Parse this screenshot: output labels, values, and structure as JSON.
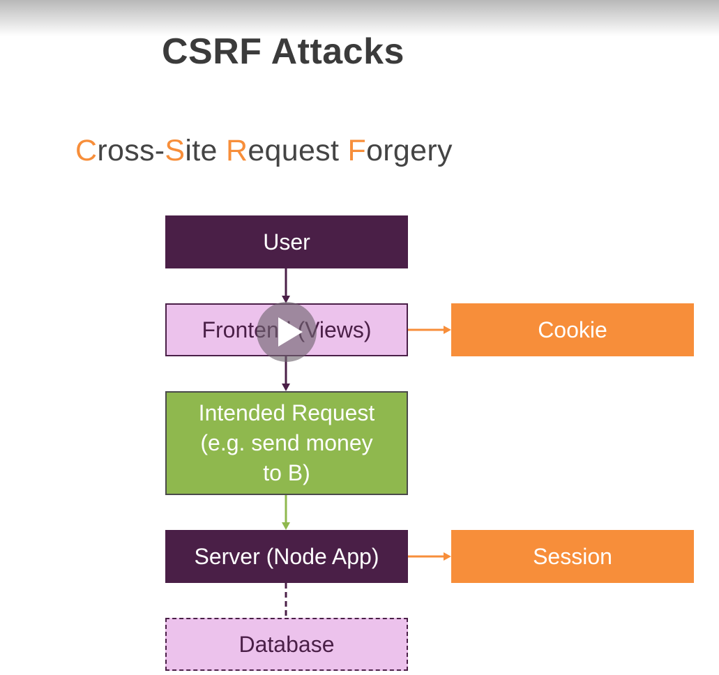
{
  "slide": {
    "title": "CSRF Attacks",
    "subtitle": {
      "parts": [
        {
          "text": "C",
          "highlight": true
        },
        {
          "text": "ross-",
          "highlight": false
        },
        {
          "text": "S",
          "highlight": true
        },
        {
          "text": "ite ",
          "highlight": false
        },
        {
          "text": "R",
          "highlight": true
        },
        {
          "text": "equest ",
          "highlight": false
        },
        {
          "text": "F",
          "highlight": true
        },
        {
          "text": "orgery",
          "highlight": false
        }
      ]
    }
  },
  "diagram": {
    "user": "User",
    "frontend": "Frontend (Views)",
    "request_lines": [
      "Intended Request",
      "(e.g. send money",
      "to B)"
    ],
    "server": "Server (Node App)",
    "database": "Database",
    "cookie": "Cookie",
    "session": "Session"
  },
  "player": {
    "icon": "play-icon"
  },
  "colors": {
    "dark_purple": "#4a1f47",
    "light_purple": "#ecc2ec",
    "green": "#8fb84e",
    "orange": "#f78e3a",
    "title": "#3b3b3b"
  }
}
